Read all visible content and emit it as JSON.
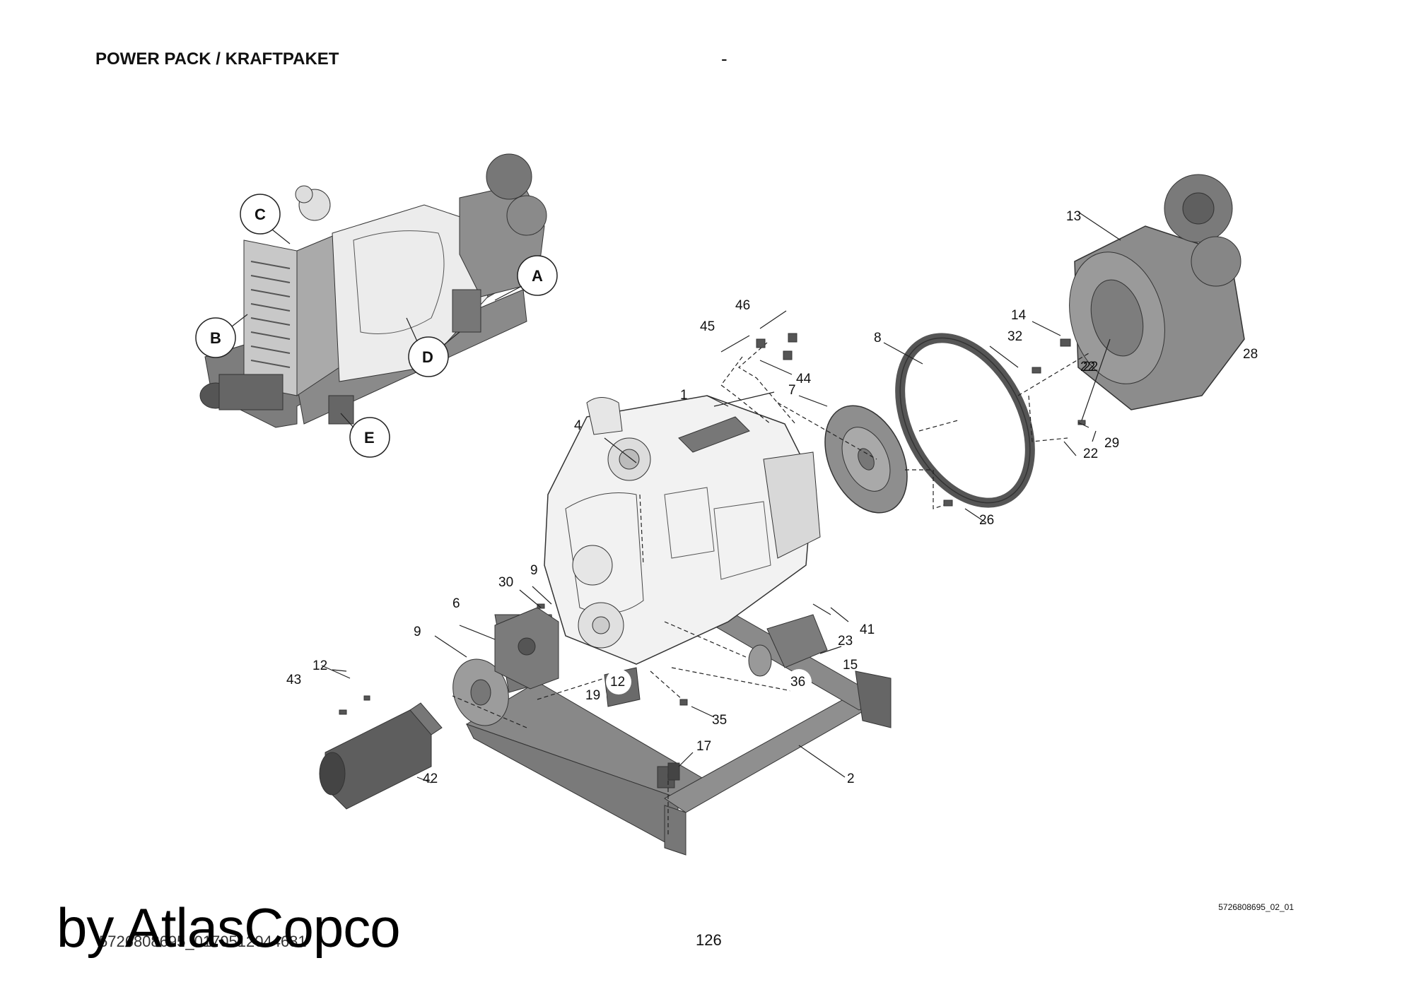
{
  "header": {
    "title": "POWER PACK / KRAFTPAKET",
    "separator": "-"
  },
  "detail_labels": [
    "A",
    "B",
    "C",
    "D",
    "E"
  ],
  "part_numbers": [
    "1",
    "2",
    "4",
    "6",
    "7",
    "8",
    "9",
    "9",
    "12",
    "12",
    "13",
    "14",
    "15",
    "17",
    "19",
    "22",
    "22",
    "22",
    "23",
    "26",
    "28",
    "29",
    "30",
    "32",
    "35",
    "36",
    "41",
    "42",
    "43",
    "44",
    "45",
    "46"
  ],
  "footer": {
    "drawing_id": "5726808695_02_01",
    "page_number": "126",
    "document_ref": "5726808695_0170512044681",
    "watermark": "by AtlasCopco"
  }
}
